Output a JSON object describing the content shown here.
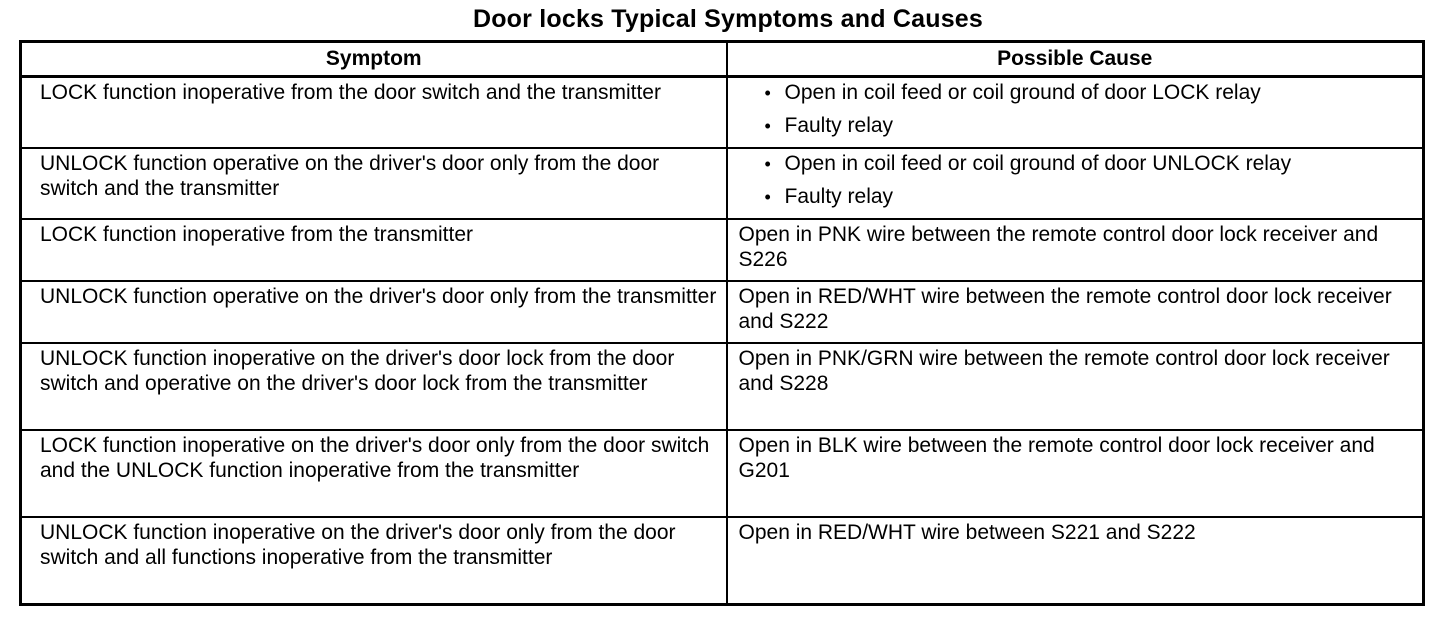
{
  "title": "Door locks Typical Symptoms and Causes",
  "table": {
    "headers": [
      "Symptom",
      "Possible Cause"
    ],
    "rows": [
      {
        "symptom": "LOCK function inoperative from the door switch and the transmitter",
        "causes": [
          "Open in coil feed or coil ground of door LOCK relay",
          "Faulty relay"
        ]
      },
      {
        "symptom": "UNLOCK function operative on the driver's door only from the door switch and the transmitter",
        "causes": [
          "Open in coil feed or coil ground of door UNLOCK relay",
          "Faulty relay"
        ]
      },
      {
        "symptom": "LOCK function inoperative from the transmitter",
        "cause": "Open in PNK wire between the remote control door lock receiver and S226"
      },
      {
        "symptom": "UNLOCK function operative on the driver's door only from the transmitter",
        "cause": "Open in RED/WHT wire between the remote control door lock receiver and S222"
      },
      {
        "symptom": "UNLOCK function inoperative on the driver's door lock from the door switch and operative on the driver's door lock from the transmitter",
        "cause": "Open in PNK/GRN wire between the remote control door lock receiver and S228"
      },
      {
        "symptom": "LOCK function inoperative on the driver's door only from the door switch and the UNLOCK function inoperative from the transmitter",
        "cause": "Open in BLK wire between the remote control door lock receiver and G201"
      },
      {
        "symptom": "UNLOCK function inoperative on the driver's door only from the door switch and all functions inoperative from the transmitter",
        "cause": "Open in RED/WHT wire between S221 and S222"
      }
    ]
  }
}
